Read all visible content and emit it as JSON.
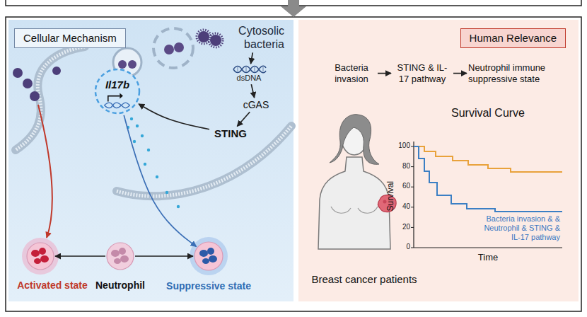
{
  "diagram": {
    "nodes": [
      {
        "text": [
          "Cellular Mechanism"
        ]
      },
      {
        "text": [
          "Cytosolic bacteria"
        ],
        "in": 0
      },
      {
        "text": [
          "dsDNA"
        ],
        "in": 0
      },
      {
        "text": [
          "cGAS"
        ],
        "in": 0
      },
      {
        "text": [
          "STING"
        ],
        "in": 0
      },
      {
        "text": [
          "Il17b"
        ],
        "in": 0
      },
      {
        "text": [
          "Activated state"
        ],
        "in": 0
      },
      {
        "text": [
          "Neutrophil"
        ],
        "in": 0
      },
      {
        "text": [
          "Suppressive state"
        ],
        "in": 0
      },
      {
        "text": [
          "Human Relevance"
        ]
      },
      {
        "text": [
          "Bacteria invasion"
        ],
        "in": 9
      },
      {
        "text": [
          "STING & IL-17 pathway"
        ],
        "in": 9
      },
      {
        "text": [
          "Neutrophil immune suppressive state"
        ],
        "in": 9
      },
      {
        "text": [
          "Breast cancer patients"
        ],
        "in": 9
      }
    ],
    "edges": [
      {
        "from": 1,
        "to": 2,
        "arrow": "to"
      },
      {
        "from": 2,
        "to": 3,
        "arrow": "to"
      },
      {
        "from": 3,
        "to": 4,
        "arrow": "to"
      },
      {
        "from": 4,
        "to": 5,
        "arrow": "to"
      },
      {
        "from": 5,
        "to": 8,
        "arrow": "to"
      },
      {
        "from": 7,
        "to": 6,
        "arrow": "to"
      },
      {
        "from": 7,
        "to": 8,
        "arrow": "to"
      },
      {
        "from": 10,
        "to": 11,
        "arrow": "to"
      },
      {
        "from": 11,
        "to": 12,
        "arrow": "to"
      }
    ],
    "labels": [
      "Survival Curve",
      "100",
      "80",
      "60",
      "40",
      "20",
      "0",
      "Survival",
      "Time",
      "Bacteria invasion & & Neutrophil & STING & IL-17 pathway"
    ]
  }
}
